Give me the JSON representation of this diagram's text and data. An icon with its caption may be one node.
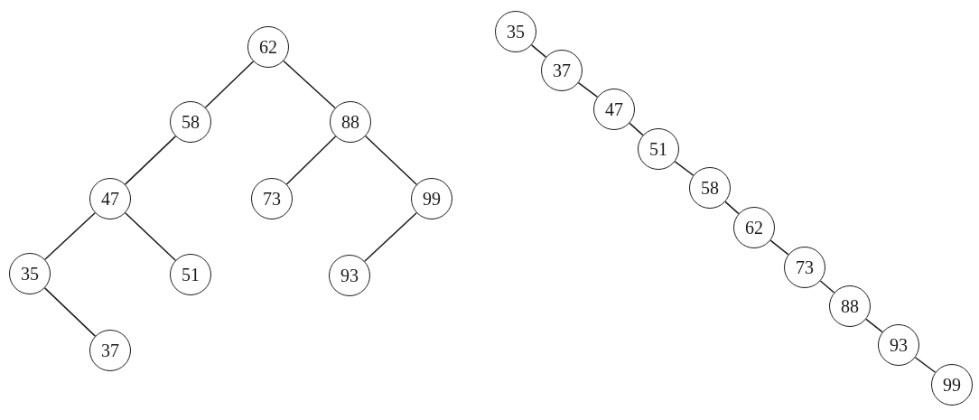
{
  "diagram": {
    "nodes": [
      {
        "text": [
          "62"
        ]
      },
      {
        "text": [
          "58"
        ]
      },
      {
        "text": [
          "88"
        ]
      },
      {
        "text": [
          "47"
        ]
      },
      {
        "text": [
          "73"
        ]
      },
      {
        "text": [
          "99"
        ]
      },
      {
        "text": [
          "35"
        ]
      },
      {
        "text": [
          "51"
        ]
      },
      {
        "text": [
          "93"
        ]
      },
      {
        "text": [
          "37"
        ]
      },
      {
        "text": [
          "35"
        ]
      },
      {
        "text": [
          "37"
        ]
      },
      {
        "text": [
          "47"
        ]
      },
      {
        "text": [
          "51"
        ]
      },
      {
        "text": [
          "58"
        ]
      },
      {
        "text": [
          "62"
        ]
      },
      {
        "text": [
          "73"
        ]
      },
      {
        "text": [
          "88"
        ]
      },
      {
        "text": [
          "93"
        ]
      },
      {
        "text": [
          "99"
        ]
      }
    ],
    "edges": [
      {
        "from": 0,
        "to": 1,
        "arrow": "none"
      },
      {
        "from": 0,
        "to": 2,
        "arrow": "none"
      },
      {
        "from": 1,
        "to": 3,
        "arrow": "none"
      },
      {
        "from": 2,
        "to": 4,
        "arrow": "none"
      },
      {
        "from": 2,
        "to": 5,
        "arrow": "none"
      },
      {
        "from": 3,
        "to": 6,
        "arrow": "none"
      },
      {
        "from": 3,
        "to": 7,
        "arrow": "none"
      },
      {
        "from": 5,
        "to": 8,
        "arrow": "none"
      },
      {
        "from": 6,
        "to": 9,
        "arrow": "none"
      },
      {
        "from": 10,
        "to": 11,
        "arrow": "none"
      },
      {
        "from": 11,
        "to": 12,
        "arrow": "none"
      },
      {
        "from": 12,
        "to": 13,
        "arrow": "none"
      },
      {
        "from": 13,
        "to": 14,
        "arrow": "none"
      },
      {
        "from": 14,
        "to": 15,
        "arrow": "none"
      },
      {
        "from": 15,
        "to": 16,
        "arrow": "none"
      },
      {
        "from": 16,
        "to": 17,
        "arrow": "none"
      },
      {
        "from": 17,
        "to": 18,
        "arrow": "none"
      },
      {
        "from": 18,
        "to": 19,
        "arrow": "none"
      }
    ]
  }
}
